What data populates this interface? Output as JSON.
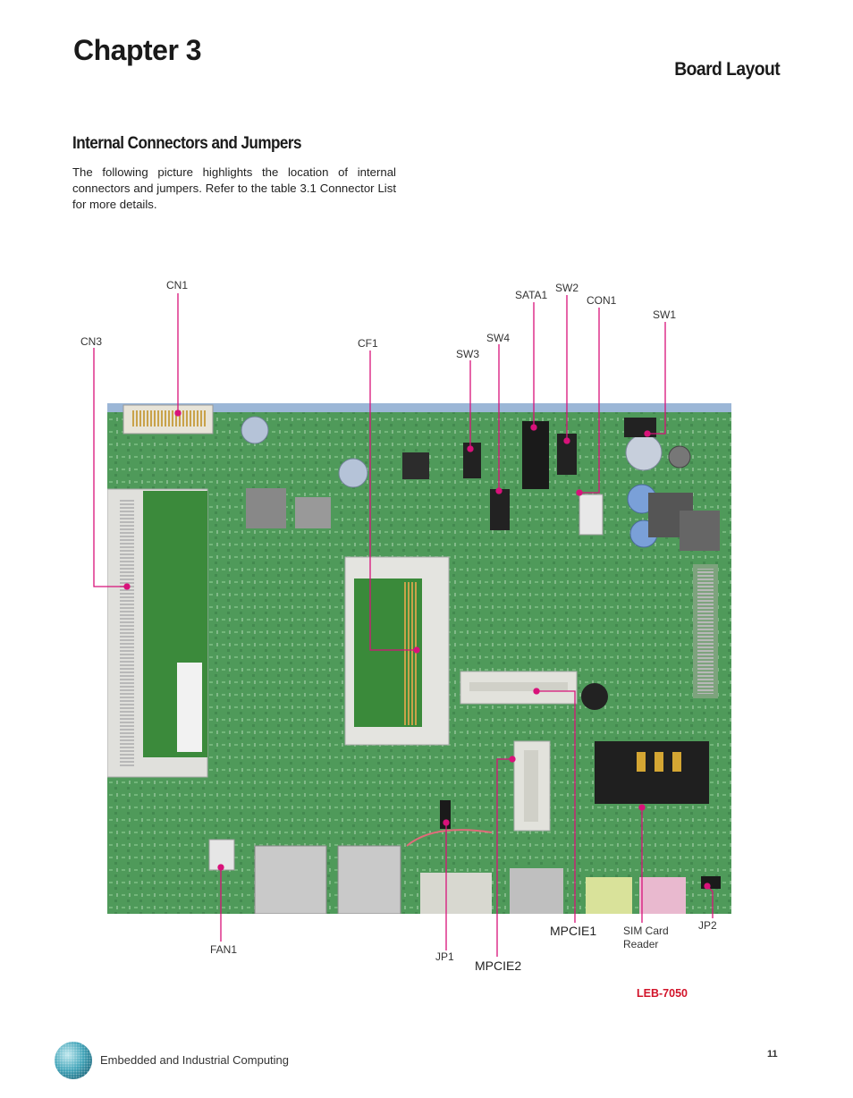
{
  "header": {
    "chapter": "Chapter 3",
    "section_title": "Board Layout"
  },
  "content": {
    "subheading": "Internal Connectors and Jumpers",
    "intro": "The following picture highlights the location of internal connectors and jumpers. Refer to the table 3.1 Connector List for more details."
  },
  "board": {
    "model": "LEB-7050",
    "callouts": {
      "cn1": "CN1",
      "cn3": "CN3",
      "cf1": "CF1",
      "sata1": "SATA1",
      "sw2": "SW2",
      "con1": "CON1",
      "sw1": "SW1",
      "sw4": "SW4",
      "sw3": "SW3",
      "fan1": "FAN1",
      "jp1": "JP1",
      "mpcie2": "MPCIE2",
      "mpcie1": "MPCIE1",
      "sim_line1": "SIM Card",
      "sim_line2": "Reader",
      "jp2": "JP2"
    },
    "colors": {
      "pcb": "#4f9a5a",
      "callout": "#d8127a"
    }
  },
  "footer": {
    "company": "Embedded and Industrial Computing",
    "page_number": "11"
  }
}
